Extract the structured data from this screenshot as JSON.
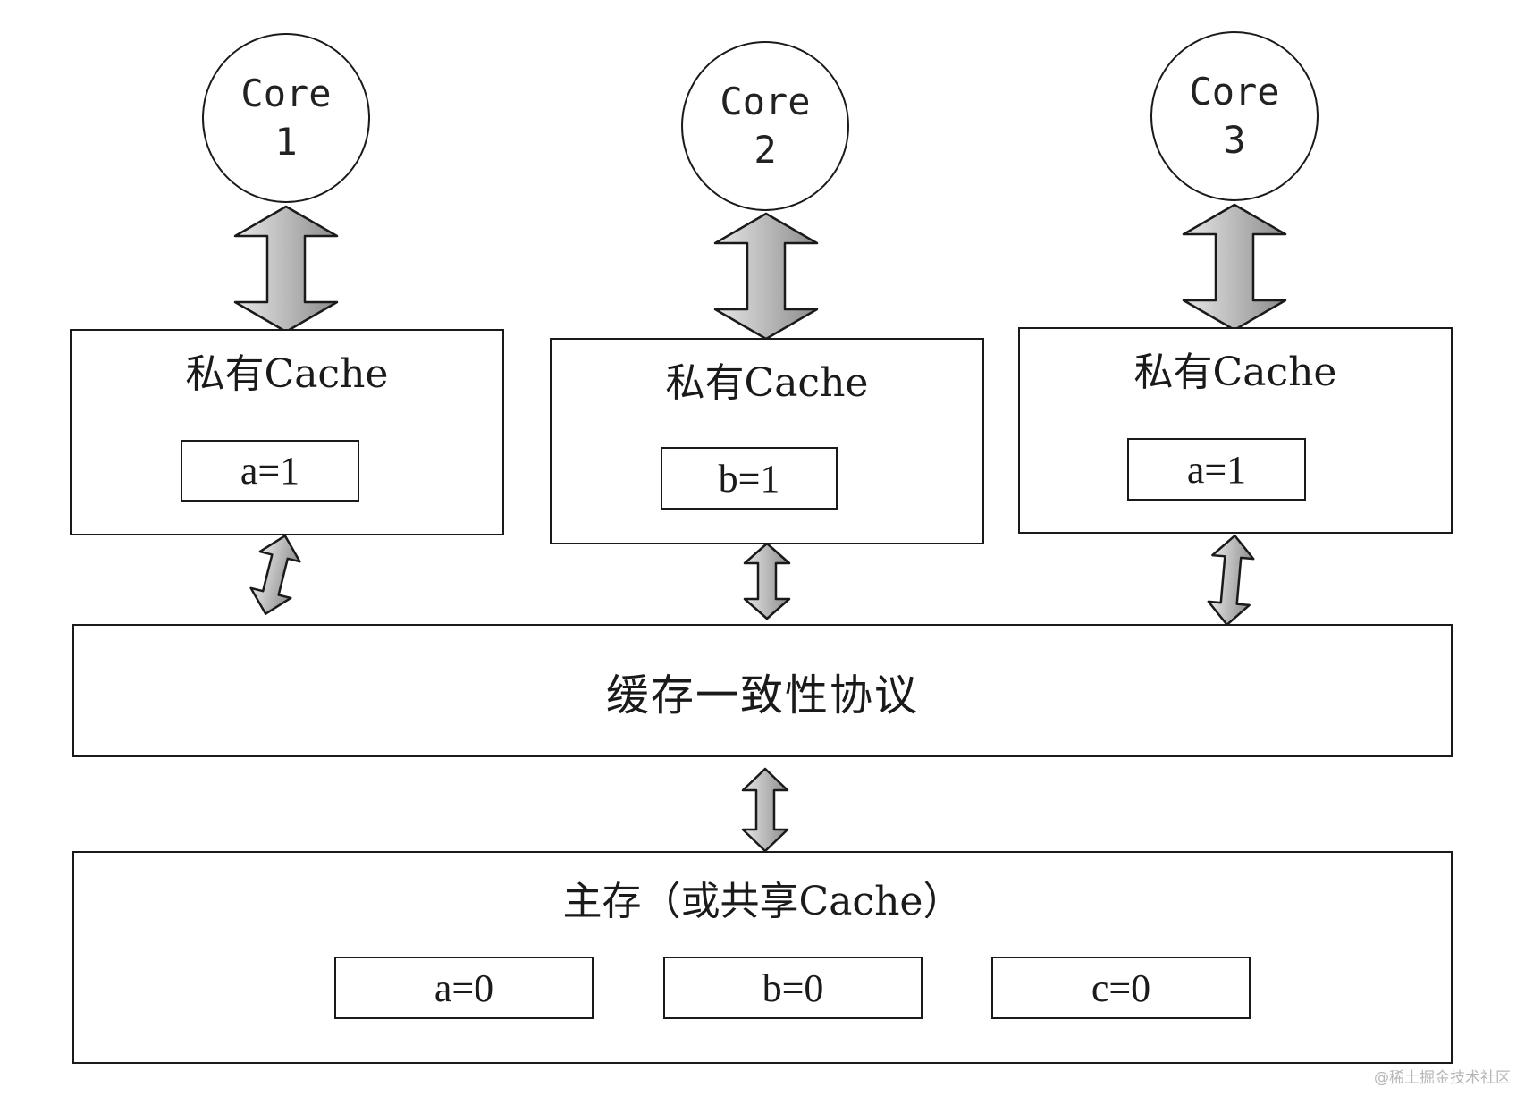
{
  "cores": [
    {
      "label": "Core",
      "number": "1"
    },
    {
      "label": "Core",
      "number": "2"
    },
    {
      "label": "Core",
      "number": "3"
    }
  ],
  "private_caches": [
    {
      "title": "私有Cache",
      "value": "a=1"
    },
    {
      "title": "私有Cache",
      "value": "b=1"
    },
    {
      "title": "私有Cache",
      "value": "a=1"
    }
  ],
  "protocol": {
    "title": "缓存一致性协议"
  },
  "main_memory": {
    "title": "主存（或共享Cache）",
    "values": [
      "a=0",
      "b=0",
      "c=0"
    ]
  },
  "watermark": "@稀土掘金技术社区",
  "colors": {
    "stroke": "#1a1a1a",
    "arrow_fill_light": "#e8e8e8",
    "arrow_fill_dark": "#8c8c8c"
  }
}
